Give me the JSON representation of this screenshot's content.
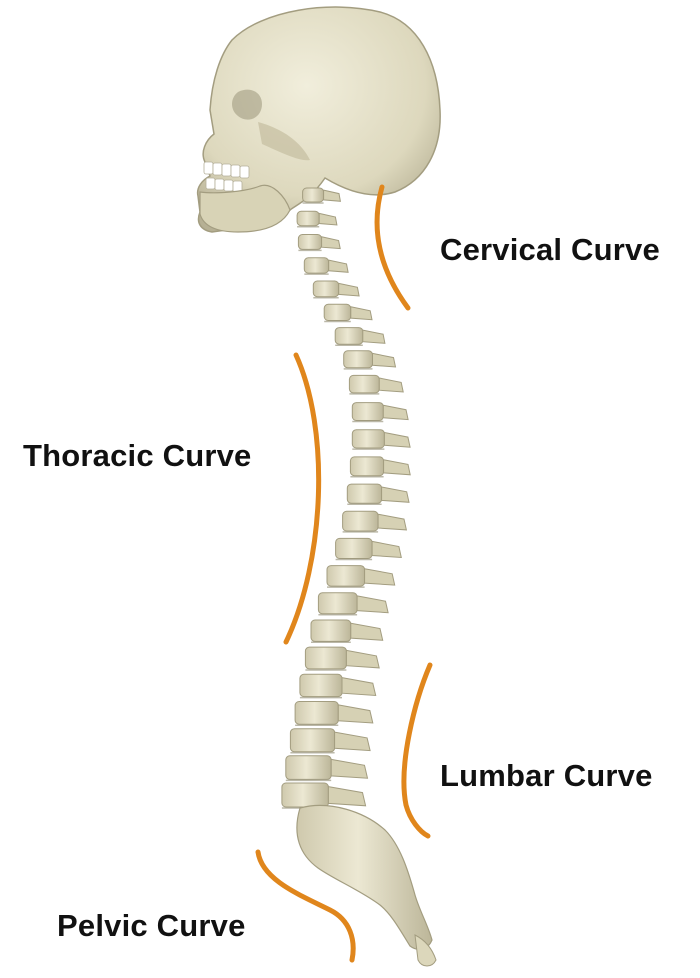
{
  "labels": {
    "cervical": "Cervical Curve",
    "thoracic": "Thoracic Curve",
    "lumbar": "Lumbar Curve",
    "pelvic": "Pelvic Curve"
  },
  "colors": {
    "bone": "#e8e3cc",
    "bone_shadow": "#bdb79d",
    "curve_marker": "#e0861c",
    "label_text": "#111111",
    "teeth": "#ffffff"
  }
}
